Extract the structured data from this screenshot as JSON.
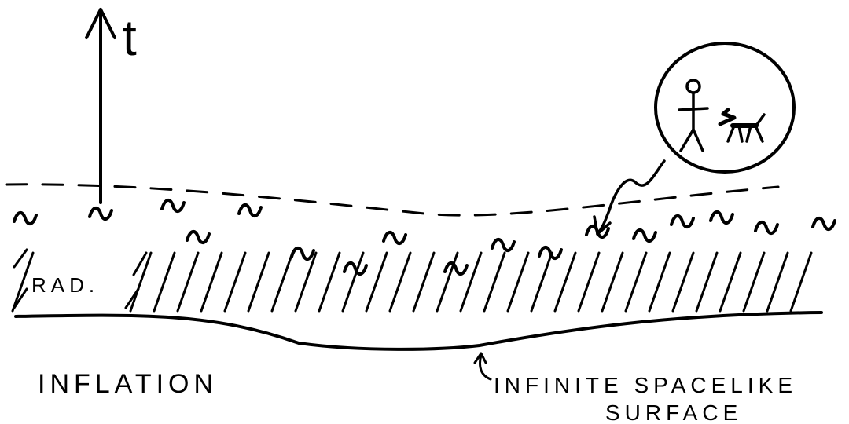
{
  "diagram": {
    "axis_label": "t",
    "region_label": "RAD.",
    "bottom_label": "INFLATION",
    "surface_label_line1": "INFINITE SPACELIKE",
    "surface_label_line2": "SURFACE",
    "colors": {
      "ink": "#000000",
      "background": "#ffffff"
    },
    "icons": [
      "up-arrow-icon",
      "stick-figure-person-icon",
      "stick-figure-dog-icon",
      "pointer-arrow-icon"
    ]
  }
}
